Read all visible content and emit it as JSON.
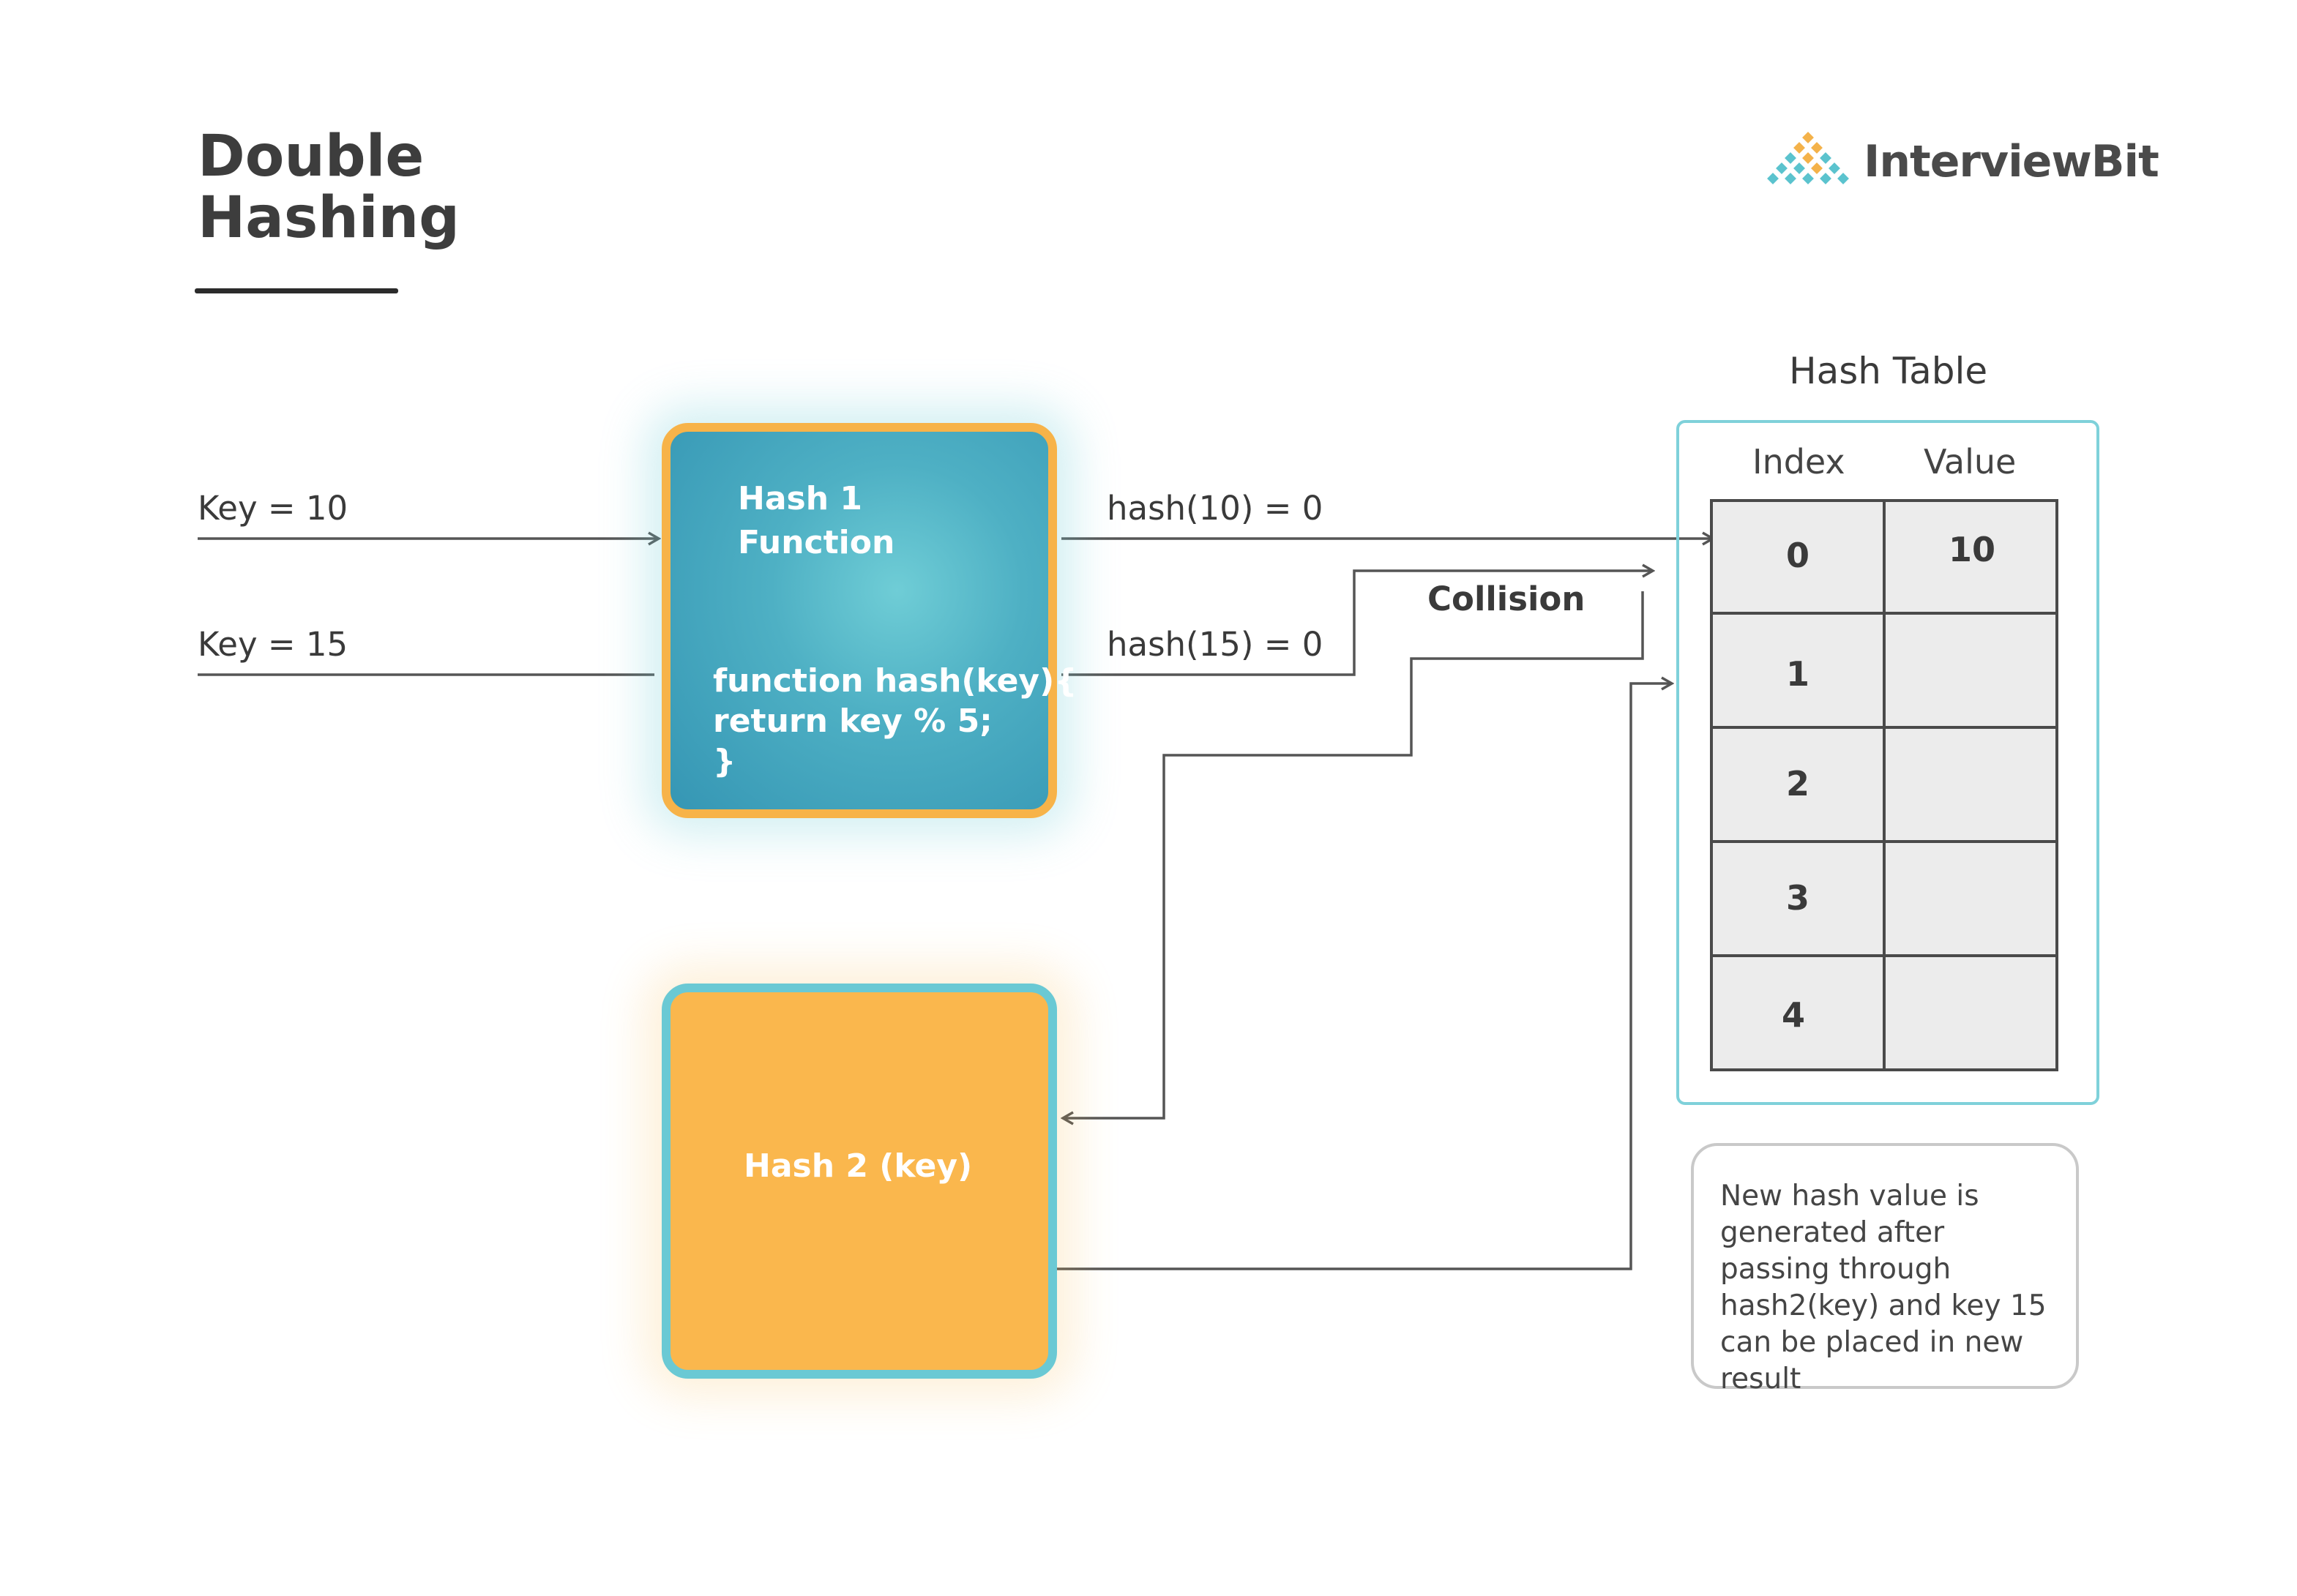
{
  "title": "Double\nHashing",
  "brand": {
    "name": "InterviewBit",
    "colors": [
      "#5bc3ce",
      "#f4b24a"
    ]
  },
  "inputs": {
    "key1": "Key = 10",
    "key2": "Key = 15"
  },
  "hash1": {
    "title": "Hash 1\nFunction",
    "code": "function hash(key){\nreturn key % 5;\n}"
  },
  "hash2": {
    "label": "Hash 2 (key)"
  },
  "outputs": {
    "hash10": "hash(10) = 0",
    "hash15": "hash(15) = 0",
    "collision": "Collision"
  },
  "table": {
    "title": "Hash Table",
    "headers": {
      "index": "Index",
      "value": "Value"
    },
    "rows": [
      {
        "index": "0",
        "value": "10"
      },
      {
        "index": "1",
        "value": ""
      },
      {
        "index": "2",
        "value": ""
      },
      {
        "index": "3",
        "value": ""
      },
      {
        "index": "4",
        "value": ""
      }
    ]
  },
  "note": "New hash value is generated after passing through hash2(key) and key 15 can be placed in new result",
  "colors": {
    "hash1_fill": "#3596b4",
    "hash1_border": "#f7b349",
    "hash2_fill": "#fab74d",
    "hash2_border": "#6ac9d4",
    "table_frame": "#7fd1da",
    "cell_fill": "#ececec"
  }
}
